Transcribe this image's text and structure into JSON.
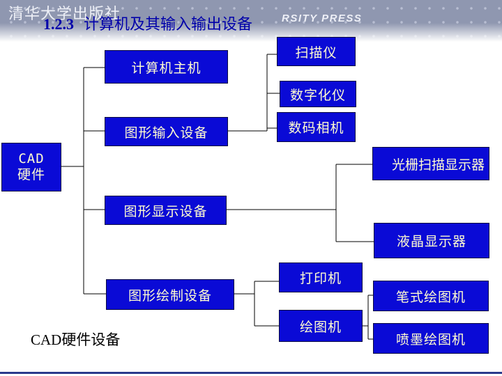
{
  "header": {
    "publisher_cn": "清华大学出版社",
    "publisher_en": "RSITY PRESS",
    "section_number": "1.2.3",
    "section_title": "计算机及其输入输出设备"
  },
  "nodes": {
    "root_line1": "CAD",
    "root_line2": "硬件",
    "host": "计算机主机",
    "input_devices": "图形输入设备",
    "display_devices": "图形显示设备",
    "plotting_devices": "图形绘制设备",
    "scanner": "扫描仪",
    "digitizer": "数字化仪",
    "digital_camera": "数码相机",
    "raster_display": "光栅扫描显示器",
    "lcd_display": "液晶显示器",
    "printer": "打印机",
    "plotter": "绘图机",
    "pen_plotter": "笔式绘图机",
    "inkjet_plotter": "喷墨绘图机"
  },
  "caption": "CAD硬件设备",
  "colors": {
    "node_fill": "#0a0ad6",
    "node_text": "#fffcd0",
    "title_text": "#0000aa"
  }
}
